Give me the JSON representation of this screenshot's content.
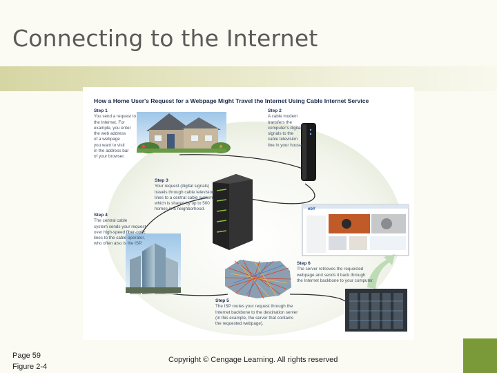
{
  "slide": {
    "title": "Connecting to the Internet",
    "page": "Page 59",
    "figure": "Figure 2-4",
    "copyright": "Copyright © Cengage Learning. All rights reserved"
  },
  "diagram": {
    "title": "How a Home User's Request for a Webpage Might Travel the Internet Using Cable Internet Service",
    "steps": [
      {
        "title": "Step 1",
        "text": "You send a request to\nthe Internet. For\nexample, you enter\nthe web address\nof a webpage\nyou want to visit\nin the address bar\nof your browser."
      },
      {
        "title": "Step 2",
        "text": "A cable modem\ntransfers the\ncomputer's digital\nsignals to the\ncable television\nline in your house."
      },
      {
        "title": "Step 3",
        "text": "Your request (digital signals)\ntravels through cable television\nlines to a central cable system,\nwhich is shared by up to 500\nhomes in a neighborhood."
      },
      {
        "title": "Step 4",
        "text": "The central cable\nsystem sends your request\nover high-speed fiber-optic\nlines to the cable operator,\nwho often also is the ISP."
      },
      {
        "title": "Step 5",
        "text": "The ISP routes your request through the\nInternet backbone to the destination server\n(in this example, the server that contains\nthe requested webpage)."
      },
      {
        "title": "Step 6",
        "text": "The server retrieves the requested\nwebpage and sends it back through\nthe Internet backbone to your computer."
      }
    ],
    "webpage_logo": "ebY"
  },
  "colors": {
    "accent_green": "#7a9a3a",
    "title_text": "#5a5a58",
    "step_title": "#1e2d55"
  }
}
